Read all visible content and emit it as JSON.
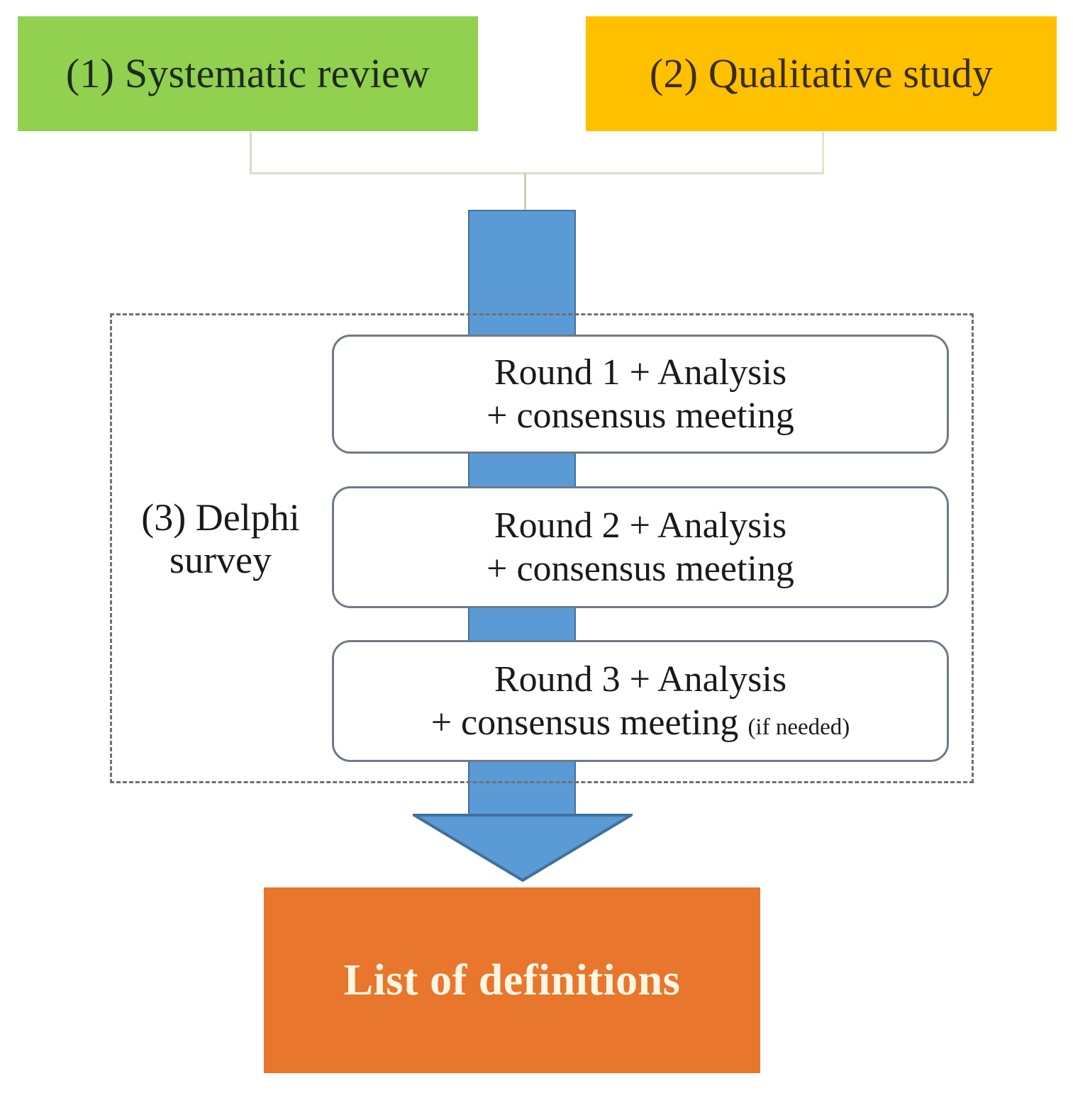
{
  "diagram": {
    "title": "Three-phase study design flowchart",
    "type": "flowchart"
  },
  "sources": [
    {
      "id": "systematic-review",
      "label": "(1) Systematic review",
      "color": "#92D050"
    },
    {
      "id": "qualitative-study",
      "label": "(2) Qualitative study",
      "color": "#FFC000"
    }
  ],
  "delphi": {
    "label_line_1": "(3) Delphi",
    "label_line_2": "survey",
    "border_style": "dashed",
    "border_color": "#707070",
    "rounds": [
      {
        "id": "round-1",
        "line_1": "Round 1 + Analysis",
        "line_2": "+ consensus meeting",
        "note": ""
      },
      {
        "id": "round-2",
        "line_1": "Round 2 + Analysis",
        "line_2": "+ consensus meeting",
        "note": ""
      },
      {
        "id": "round-3",
        "line_1": "Round 3 + Analysis",
        "line_2": "+ consensus meeting",
        "note": "(if needed)"
      }
    ]
  },
  "arrow": {
    "color": "#5B9BD5",
    "border_color": "#41719C",
    "direction": "down"
  },
  "output": {
    "label": "List of definitions",
    "color": "#E8762C",
    "text_color": "#FDF6E3"
  }
}
